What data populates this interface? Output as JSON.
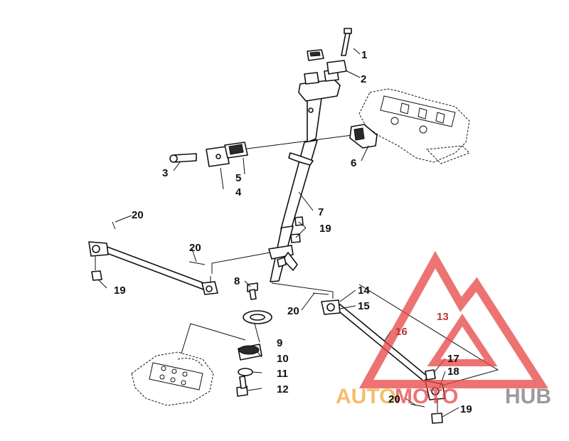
{
  "diagram": {
    "callouts": [
      {
        "id": "c1",
        "label": "1"
      },
      {
        "id": "c2",
        "label": "2"
      },
      {
        "id": "c3",
        "label": "3"
      },
      {
        "id": "c4",
        "label": "4"
      },
      {
        "id": "c5",
        "label": "5"
      },
      {
        "id": "c6",
        "label": "6"
      },
      {
        "id": "c7",
        "label": "7"
      },
      {
        "id": "c8",
        "label": "8"
      },
      {
        "id": "c9",
        "label": "9"
      },
      {
        "id": "c10",
        "label": "10"
      },
      {
        "id": "c11",
        "label": "11"
      },
      {
        "id": "c12",
        "label": "12"
      },
      {
        "id": "c13",
        "label": "13"
      },
      {
        "id": "c14",
        "label": "14"
      },
      {
        "id": "c15",
        "label": "15"
      },
      {
        "id": "c16",
        "label": "16"
      },
      {
        "id": "c17",
        "label": "17"
      },
      {
        "id": "c18",
        "label": "18"
      },
      {
        "id": "c19a",
        "label": "19"
      },
      {
        "id": "c19b",
        "label": "19"
      },
      {
        "id": "c19c",
        "label": "19"
      },
      {
        "id": "c20a",
        "label": "20"
      },
      {
        "id": "c20b",
        "label": "20"
      },
      {
        "id": "c20c",
        "label": "20"
      },
      {
        "id": "c20d",
        "label": "20"
      }
    ]
  },
  "watermark": {
    "text_auto": "AUTO",
    "text_moto": "MOTO",
    "text_hub": "HUB",
    "color_red": "#e84545",
    "color_orange": "#f2a93b",
    "color_gray": "#7a7a7a"
  }
}
